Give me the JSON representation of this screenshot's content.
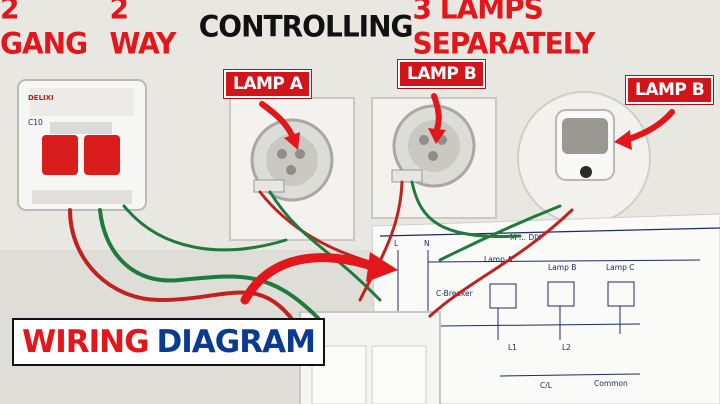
{
  "headline": {
    "part1": "2 GANG",
    "part2": "2 WAY",
    "part3": "CONTROLLING",
    "part4": "3 LAMPS SEPARATELY"
  },
  "labels": {
    "lamp_a": "LAMP A",
    "lamp_b_middle": "LAMP B",
    "lamp_b_right": "LAMP B"
  },
  "caption": {
    "word1": "WIRING",
    "word2": "DIAGRAM"
  },
  "breaker": {
    "brand": "DELIXI",
    "rating": "C10"
  },
  "paper": {
    "top_L": "L",
    "top_N": "N",
    "title": "M ... DIY",
    "lamp_a": "Lamp A",
    "lamp_b": "Lamp B",
    "lamp_c": "Lamp C",
    "c_breaker": "C-Breaker",
    "common": "Common",
    "cl": "C/L",
    "l1": "L1",
    "l2": "L2"
  },
  "colors": {
    "headline_red": "#e3161b",
    "headline_black": "#111111",
    "tag_red": "#d2151b",
    "caption_blue": "#0b3b8f",
    "wire_red": "#c0221f",
    "wire_green": "#1f7a3c"
  }
}
